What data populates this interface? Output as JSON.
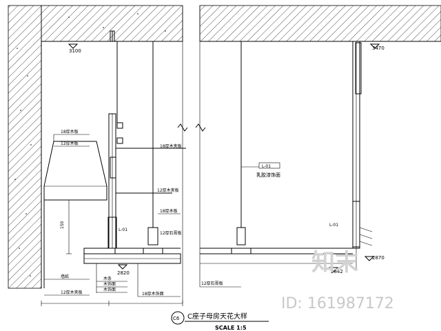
{
  "drawing": {
    "title": "C座子母房天花大样",
    "detail_number": "C6",
    "scale": "SCALE 1:5"
  },
  "levels": {
    "left_top": "3100",
    "left_bottom": "2820",
    "right_top": "3470",
    "right_mid": "2870",
    "right_bottom": "2842"
  },
  "labels": {
    "l1": "18厚木板",
    "l2": "12厚木板",
    "l3": "18厚木夹板",
    "l4": "12厚木夹板",
    "l5": "18厚木板",
    "l6": "12厚石膏板",
    "l7": "墙纸",
    "l8": "12厚木夹板",
    "l9": "木条",
    "l10": "木饰面",
    "l11": "木饰面",
    "l12": "18厚木饰面",
    "l13": "12厚石膏板",
    "l14": "乳胶漆饰面",
    "l15": "L-01",
    "l16": "L-01",
    "l17": "L-01",
    "dim_left": "150"
  },
  "watermark": {
    "brand": "知末",
    "id": "ID: 161987172"
  }
}
